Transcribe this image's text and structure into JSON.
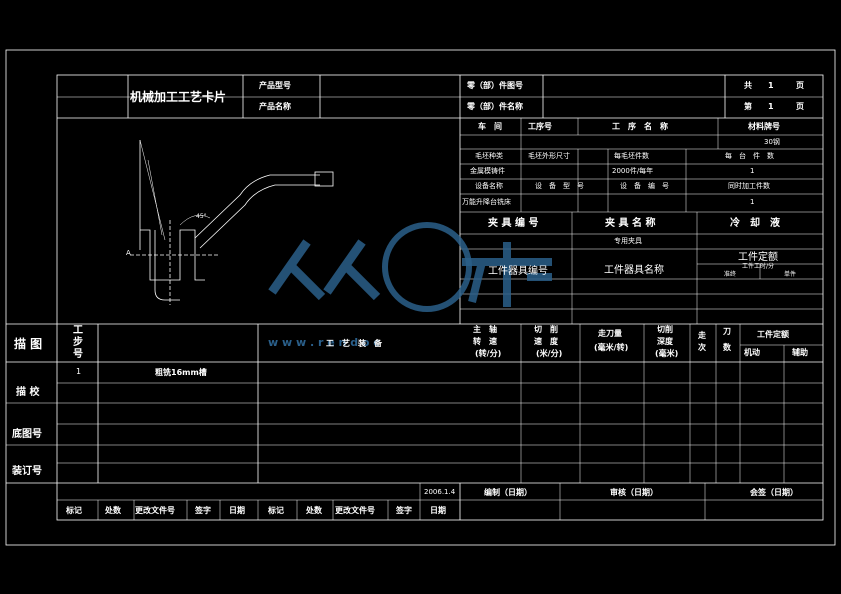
{
  "header": {
    "card_title": "机械加工工艺卡片",
    "product_model": "产品型号",
    "product_name": "产品名称",
    "part_drawing_no": "零（部）件图号",
    "part_name": "零（部）件名称",
    "total_label": "共",
    "total_value": "1",
    "page_unit_1": "页",
    "page_label": "第",
    "page_value": "1",
    "page_unit_2": "页"
  },
  "info": {
    "workshop": "车　间",
    "process_no": "工序号",
    "process_name": "工　序　名　称",
    "material_grade": "材料牌号",
    "material_value": "30钢",
    "blank_type": "毛坯种类",
    "blank_size": "毛坯外形尺寸",
    "blank_count": "每毛坯件数",
    "piece_count": "每　台　件　数",
    "blank_type_value": "金属模铸件",
    "annual_output": "2000件/每年",
    "piece_count_value": "1",
    "equip_name": "设备名称",
    "equip_model": "设　备　型　号",
    "equip_no": "设　备　编　号",
    "simul_parts": "同时加工件数",
    "equip_name_value": "万能升降台铣床",
    "simul_parts_value": "1",
    "fixture_no": "夹 具 编 号",
    "fixture_name": "夹 具 名 称",
    "coolant": "冷　却　液",
    "fixture_name_value": "专用夹具",
    "station_tool_no": "工件器具编号",
    "station_tool_name": "工件器具名称",
    "quota_title": "工件定额",
    "quota_sub": "工件工时/分",
    "quota_prep": "准终",
    "quota_unit": "单件"
  },
  "ops_header": {
    "step": [
      "工",
      "步",
      "号"
    ],
    "desc": "工　艺　装　备",
    "spindle": [
      "主　轴",
      "转　速",
      "(转/分)"
    ],
    "cut_speed": [
      "切　削",
      "速　度",
      "(米/分)"
    ],
    "feed": [
      "走刀量",
      "(毫米/转)"
    ],
    "depth": [
      "切削",
      "深度",
      "(毫米)"
    ],
    "passes": [
      "走",
      "次"
    ],
    "tool": [
      "刀",
      "数"
    ],
    "quota": "工件定额",
    "machine_time": "机动",
    "aux_time": "辅助"
  },
  "left_labels": {
    "draw": "描 图",
    "trace": "描 校",
    "base_no": "底图号",
    "binding_no": "装订号"
  },
  "ops": [
    {
      "step": "1",
      "desc": "粗铣16mm槽"
    }
  ],
  "footer": {
    "date": "2006.1.4",
    "compile": "编制（日期）",
    "review": "审核（日期）",
    "countersign": "会签（日期）",
    "cols": [
      "标记",
      "处数",
      "更改文件号",
      "签字",
      "日期",
      "标记",
      "处数",
      "更改文件号",
      "签字",
      "日期"
    ]
  },
  "watermark": {
    "text": "人人文库",
    "url": "w w w . r e n d o c"
  },
  "colors": {
    "background": "#000000",
    "lines": "#ffffff",
    "watermark": "#2a5f8a"
  }
}
